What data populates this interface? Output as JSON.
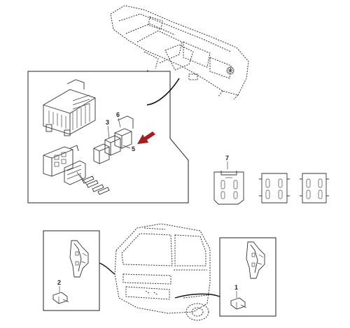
{
  "callouts": {
    "c1": "1",
    "c2": "2",
    "c3": "3",
    "c5": "5",
    "c6": "6",
    "c7": "7"
  },
  "colors": {
    "arrow": "#a31f1f",
    "line": "#333333"
  },
  "icons": [
    "red-arrow-icon",
    "fan-icon"
  ]
}
